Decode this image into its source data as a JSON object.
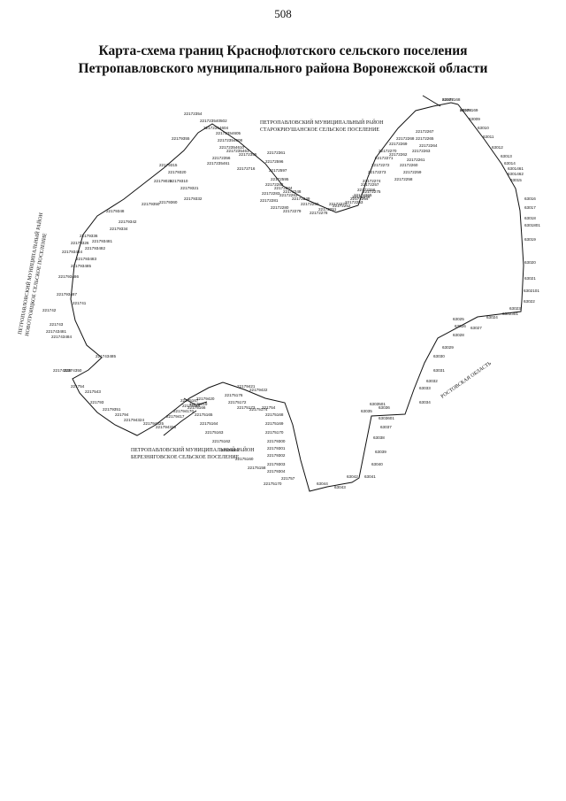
{
  "page_number": "508",
  "title": {
    "line1": "Карта-схема границ Краснофлотского сельского поселения",
    "line2": "Петропавловского муниципального района Воронежской области"
  },
  "regions": {
    "starokriushanskoe_line1": "ПЕТРОПАВЛОВСКИЙ МУНИЦИПАЛЬНЫЙ РАЙОН",
    "starokriushanskoe_line2": "СТАРОКРИУШАНСКОЕ СЕЛЬСКОЕ ПОСЕЛЕНИЕ",
    "novotroitskoe_line1": "ПЕТРОПАВЛОВСКИЙ МУНИЦИПАЛЬНЫЙ РАЙОН",
    "novotroitskoe_line2": "НОВОТРОИЦКОЕ СЕЛЬСКОЕ ПОСЕЛЕНИЕ",
    "bereznyagovskoe_line1": "ПЕТРОПАВЛОВСКИЙ МУНИЦИПАЛЬНЫЙ РАЙОН",
    "bereznyagovskoe_line2": "БЕРЕЗНЯГОВСКОЕ СЕЛЬСКОЕ ПОСЕЛЕНИЕ",
    "rostov": "РОСТОВСКАЯ ОБЛАСТЬ"
  },
  "points": [
    "63007",
    "63008",
    "63009",
    "63010",
    "63011",
    "63012",
    "63013",
    "63014",
    "6301461",
    "6301462",
    "63015",
    "63016",
    "63017",
    "63018",
    "6301801",
    "63019",
    "63020",
    "63021",
    "6302101",
    "63022",
    "63023",
    "6302301",
    "63024",
    "63025",
    "63026",
    "63027",
    "63028",
    "63029",
    "63030",
    "63031",
    "63032",
    "63033",
    "63034",
    "6303501",
    "63035",
    "63036",
    "6303601",
    "63037",
    "63038",
    "63039",
    "63040",
    "63041",
    "63042",
    "63043",
    "63044",
    "22172354",
    "221723540502",
    "22172354604",
    "22172354605",
    "22172354608",
    "22172354610",
    "2217235461",
    "22172356",
    "22172355",
    "2217235461",
    "22172716",
    "22172361",
    "22172596",
    "22172597",
    "22172595",
    "22172284",
    "22172283",
    "22172282",
    "22172283",
    "22172281",
    "22172280",
    "22172279",
    "22172278",
    "22172277",
    "22172276",
    "22172275",
    "22172274",
    "22172273",
    "22172272",
    "22172271",
    "22172270",
    "22172269",
    "22172268",
    "22172267",
    "22172265",
    "22172264",
    "22172263",
    "22172262",
    "22172261",
    "22172260",
    "22172259",
    "22172258",
    "22172257",
    "22172256",
    "22172255",
    "22172254",
    "22172253",
    "22172252",
    "22172251",
    "22172250",
    "22172249",
    "22172248",
    "22179355",
    "22179315",
    "22179320",
    "22179310",
    "22179025",
    "22179321",
    "22179332",
    "22179360",
    "22179350",
    "22179348",
    "22179342",
    "22179334",
    "22179336",
    "22179326",
    "221793481",
    "221793482",
    "221793484",
    "221793483",
    "221793485",
    "221793486",
    "221793487",
    "221741",
    "221742",
    "221743",
    "221743481",
    "221743484",
    "221743485",
    "22174349",
    "22174350",
    "221754",
    "2217543",
    "221793",
    "22179351",
    "221794",
    "221794324",
    "221794325",
    "221794326",
    "22179417",
    "221794170",
    "22179418",
    "22179419",
    "22179420",
    "22179421",
    "22179422",
    "22175176",
    "22175172",
    "22175173",
    "22175174",
    "221754",
    "22175168",
    "22175169",
    "22175170",
    "22179300",
    "22179301",
    "22179302",
    "22179303",
    "22179304",
    "221757",
    "22175170",
    "22175158",
    "22175160",
    "22175161",
    "22175162",
    "22175163",
    "22175164",
    "22175165",
    "22175166",
    "22175167",
    "22175168",
    "22175169"
  ]
}
